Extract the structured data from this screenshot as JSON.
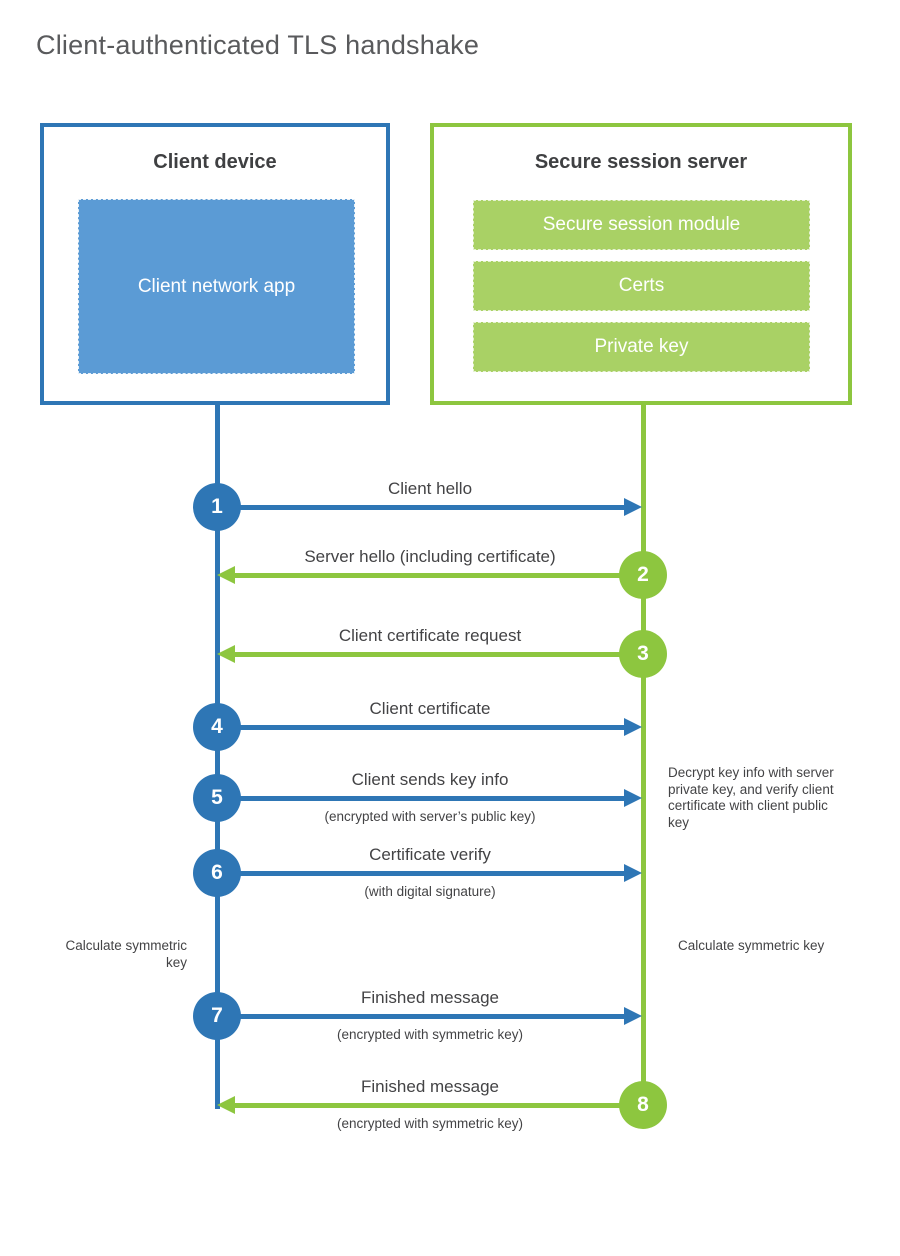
{
  "page": {
    "title": "Client-authenticated TLS handshake"
  },
  "colors": {
    "blue_dark": "#2e76b5",
    "blue_fill": "#5b9bd5",
    "green_bright": "#8dc63f",
    "green_fill": "#a9d165",
    "text_dark": "#434345",
    "heading": "#3f4042",
    "title_gray": "#595a5c"
  },
  "client_box": {
    "title": "Client device",
    "app_label": "Client network app"
  },
  "server_box": {
    "title": "Secure session server",
    "modules": [
      "Secure session module",
      "Certs",
      "Private key"
    ]
  },
  "messages": [
    {
      "num": "1",
      "label": "Client hello",
      "sub": "",
      "from": "client",
      "direction": "right"
    },
    {
      "num": "2",
      "label": "Server hello (including certificate)",
      "sub": "",
      "from": "server",
      "direction": "left"
    },
    {
      "num": "3",
      "label": "Client certificate request",
      "sub": "",
      "from": "server",
      "direction": "left"
    },
    {
      "num": "4",
      "label": "Client certificate",
      "sub": "",
      "from": "client",
      "direction": "right"
    },
    {
      "num": "5",
      "label": "Client sends key info",
      "sub": "(encrypted with server’s public key)",
      "from": "client",
      "direction": "right"
    },
    {
      "num": "6",
      "label": "Certificate verify",
      "sub": "(with digital signature)",
      "from": "client",
      "direction": "right"
    },
    {
      "num": "7",
      "label": "Finished message",
      "sub": "(encrypted with symmetric key)",
      "from": "client",
      "direction": "right"
    },
    {
      "num": "8",
      "label": "Finished message",
      "sub": "(encrypted with symmetric key)",
      "from": "server",
      "direction": "left"
    }
  ],
  "notes": {
    "decrypt": "Decrypt key info with server private key, and verify client certificate with client public key",
    "calc_left": "Calculate symmetric key",
    "calc_right": "Calculate symmetric key"
  }
}
